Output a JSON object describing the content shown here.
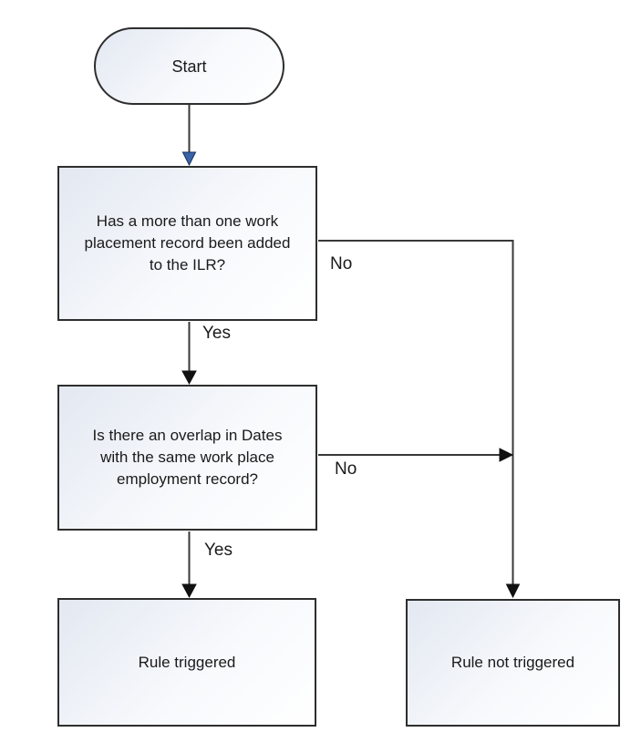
{
  "nodes": {
    "start": {
      "label": "Start"
    },
    "q1": {
      "lines": [
        "Has a more than one work",
        "placement record been added",
        "to the ILR?"
      ]
    },
    "q2": {
      "lines": [
        "Is there an overlap in Dates",
        "with the same work place",
        "employment record?"
      ]
    },
    "rule_triggered": {
      "label": "Rule triggered"
    },
    "rule_not_triggered": {
      "label": "Rule not triggered"
    }
  },
  "edges": {
    "q1_yes": {
      "label": "Yes"
    },
    "q1_no": {
      "label": "No"
    },
    "q2_yes": {
      "label": "Yes"
    },
    "q2_no": {
      "label": "No"
    }
  },
  "colors": {
    "node_fill_top": "#e3e8f1",
    "node_fill_bottom": "#ffffff",
    "node_border": "#2e2e2e",
    "connector": "#383838",
    "arrowhead_black": "#111111",
    "arrowhead_blue": "#3a64a8",
    "text": "#1a1a1a"
  }
}
